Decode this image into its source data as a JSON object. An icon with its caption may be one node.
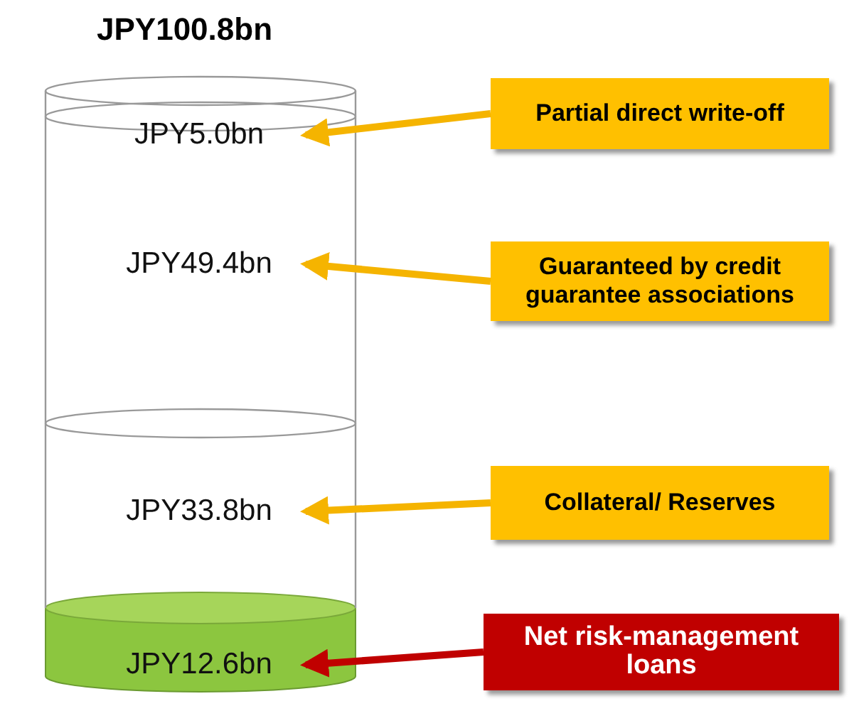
{
  "diagram": {
    "nodes": [
      {
        "text": [
          "JPY100.8bn"
        ]
      },
      {
        "text": [
          "JPY5.0bn"
        ],
        "in": 0
      },
      {
        "text": [
          "JPY49.4bn"
        ],
        "in": 0
      },
      {
        "text": [
          "JPY33.8bn"
        ],
        "in": 0
      },
      {
        "text": [
          "JPY12.6bn"
        ],
        "in": 0
      },
      {
        "text": [
          "Partial direct write-off"
        ]
      },
      {
        "text": [
          "Guaranteed by credit guarantee associations"
        ]
      },
      {
        "text": [
          "Collateral/ Reserves"
        ]
      },
      {
        "text": [
          "Net risk-management loans"
        ]
      }
    ],
    "edges": [
      {
        "from": 5,
        "to": 1,
        "arrow": "to"
      },
      {
        "from": 6,
        "to": 2,
        "arrow": "to"
      },
      {
        "from": 7,
        "to": 3,
        "arrow": "to"
      },
      {
        "from": 8,
        "to": 4,
        "arrow": "to",
        "color": "#c00000"
      }
    ]
  }
}
